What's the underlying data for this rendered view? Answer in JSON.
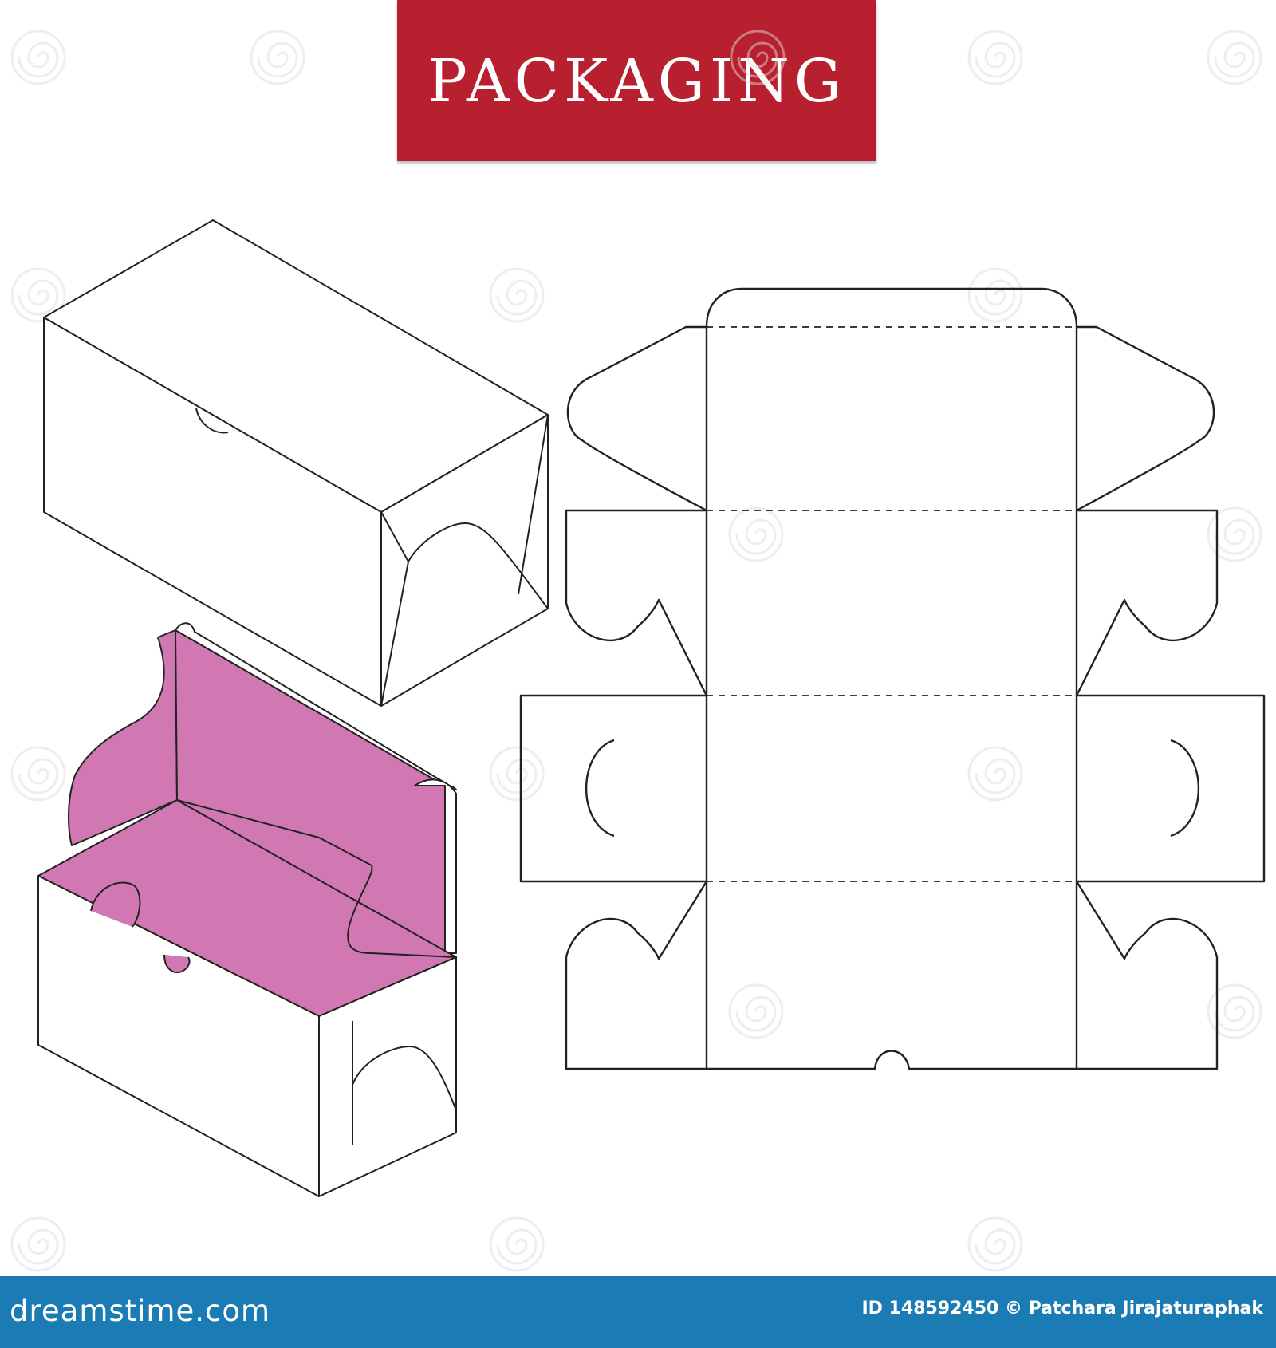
{
  "title": "PACKAGING",
  "footer": {
    "logo": "dreamstime.com",
    "credit": "ID 148592450 © Patchara Jirajaturaphak"
  },
  "colors": {
    "banner": "#b9202f",
    "interior": "#d178b2",
    "outline": "#222222",
    "footer": "#1b7bb4",
    "background": "#ffffff"
  }
}
